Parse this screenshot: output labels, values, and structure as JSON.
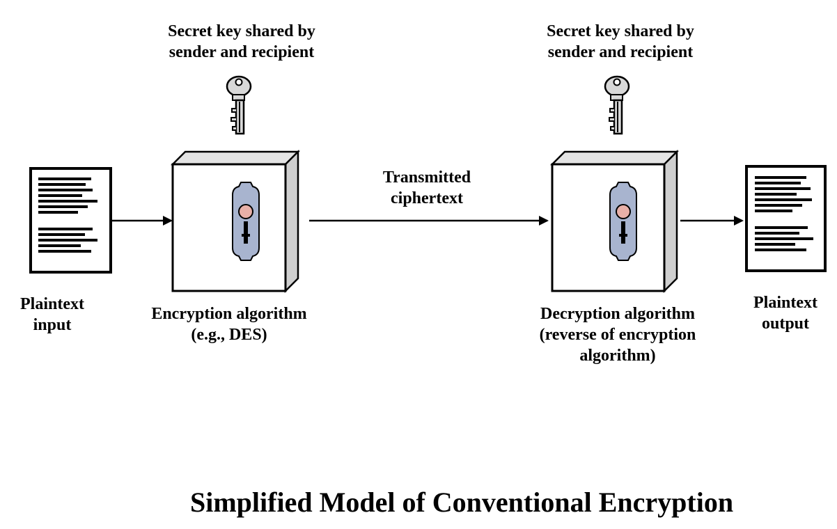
{
  "diagram": {
    "key_label_left": [
      "Secret key shared by",
      "sender and recipient"
    ],
    "key_label_right": [
      "Secret key shared by",
      "sender and recipient"
    ],
    "plaintext_input": [
      "Plaintext",
      "input"
    ],
    "encryption_label": [
      "Encryption algorithm",
      "(e.g., DES)"
    ],
    "channel_label": [
      "Transmitted",
      "ciphertext"
    ],
    "decryption_label": [
      "Decryption algorithm",
      "(reverse of encryption",
      "algorithm)"
    ],
    "plaintext_output": [
      "Plaintext",
      "output"
    ],
    "title": "Simplified Model of Conventional Encryption"
  },
  "colors": {
    "lock_plate": "#a8b4cf",
    "lock_knob": "#e8b0a8",
    "key_fill": "#d8d8d8",
    "box_shade": "#e4e4e4"
  }
}
